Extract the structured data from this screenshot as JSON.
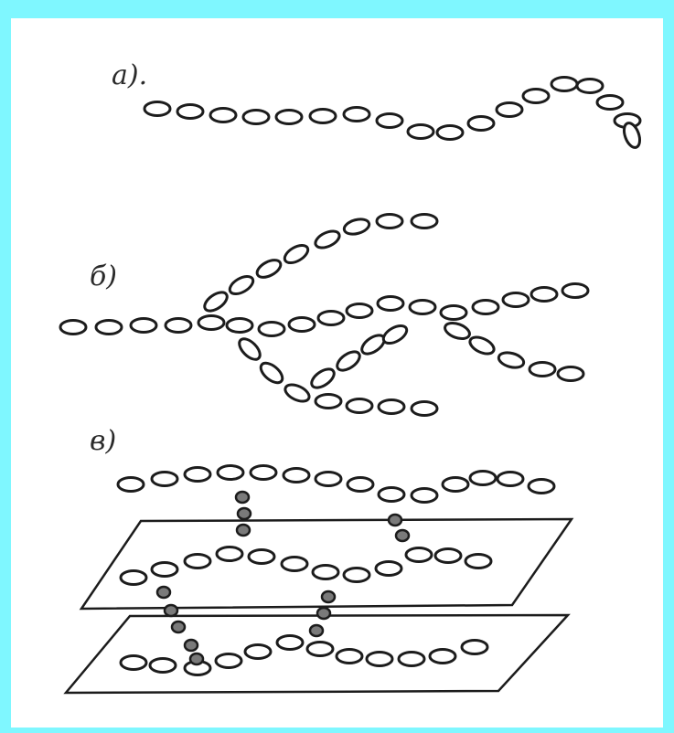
{
  "labels": {
    "a": "а).",
    "b": "б)",
    "c": "в)"
  },
  "panels": [
    {
      "id": "a",
      "structure": "linear"
    },
    {
      "id": "b",
      "structure": "branched"
    },
    {
      "id": "c",
      "structure": "cross-linked"
    }
  ],
  "colors": {
    "background": "#7ff7ff",
    "paper": "#ffffff",
    "ink": "#1c1c1c",
    "crosslink": "#7a7a7a"
  }
}
